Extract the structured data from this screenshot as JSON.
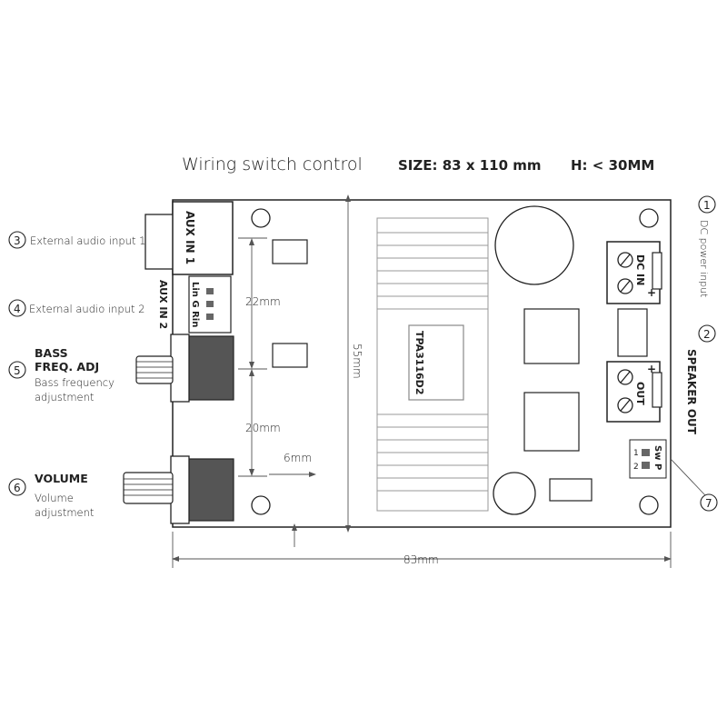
{
  "header": {
    "title": "Wiring switch control",
    "size": "SIZE:  83 x 110 mm",
    "height": "H:  < 30MM"
  },
  "board": {
    "aux_in_1": "AUX IN 1",
    "aux_in_2": "AUX IN 2",
    "aux2_pins": "Lin G Rin",
    "chip": "TPA3116D2",
    "dc_in": "DC IN",
    "out": "OUT",
    "plus": "+",
    "sw": "Sw",
    "sw_p": "P",
    "sw_1": "1",
    "sw_2": "2"
  },
  "dimensions": {
    "d22": "22mm",
    "d20": "20mm",
    "d6": "6mm",
    "d55": "55mm",
    "d83": "83mm"
  },
  "callouts": {
    "c1": {
      "num": "1",
      "text": "DC power input"
    },
    "c2": {
      "num": "2",
      "text": "SPEAKER OUT"
    },
    "c3": {
      "num": "3",
      "text": "External audio input 1"
    },
    "c4": {
      "num": "4",
      "text": "External audio input 2"
    },
    "c5": {
      "num": "5",
      "title1": "BASS",
      "title2": "FREQ. ADJ",
      "text1": "Bass frequency",
      "text2": "adjustment"
    },
    "c6": {
      "num": "6",
      "title": "VOLUME",
      "text1": "Volume",
      "text2": "adjustment"
    },
    "c7": {
      "num": "7"
    }
  }
}
